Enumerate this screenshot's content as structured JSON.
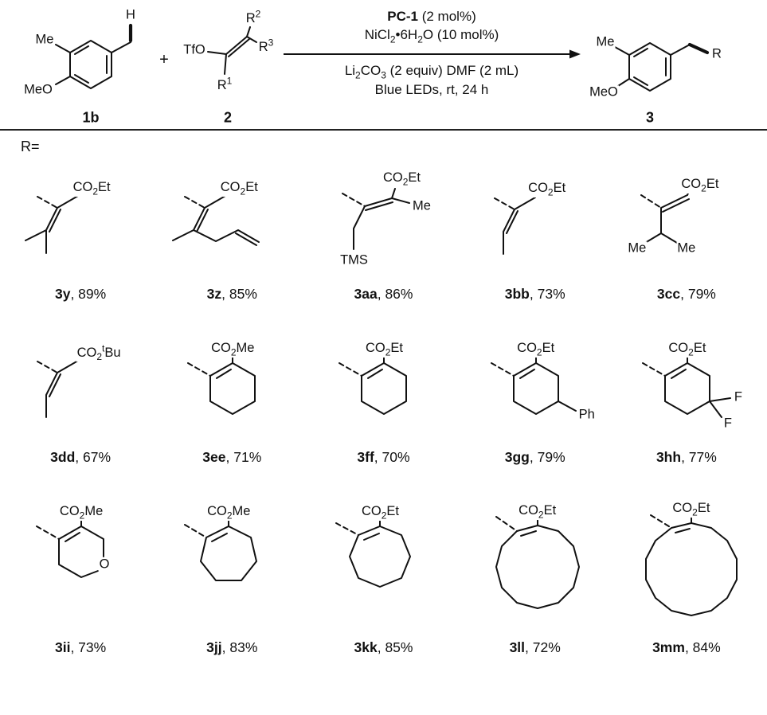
{
  "scheme": {
    "reactant1": {
      "label": "1b",
      "me": "Me",
      "meo": "MeO",
      "h": "H"
    },
    "plus": "+",
    "reactant2": {
      "label": "2",
      "tfo": "TfO",
      "r1": "R^1",
      "r2": "R^2",
      "r3": "R^3"
    },
    "conditions": {
      "line1_bold": "PC-1",
      "line1_rest": " (2 mol%)",
      "line2": "NiCl_2•6H_2O (10 mol%)",
      "line3": "Li_2CO_3 (2 equiv) DMF (2 mL)",
      "line4": "Blue LEDs, rt, 24 h"
    },
    "product": {
      "label": "3",
      "me": "Me",
      "meo": "MeO",
      "r": "R"
    }
  },
  "r_equals": "R=",
  "text": {
    "sep": ", "
  },
  "products": [
    {
      "id": "3y",
      "yield": "89%",
      "labels": {
        "ester": "CO_2Et"
      }
    },
    {
      "id": "3z",
      "yield": "85%",
      "labels": {
        "ester": "CO_2Et"
      }
    },
    {
      "id": "3aa",
      "yield": "86%",
      "labels": {
        "ester": "CO_2Et",
        "me": "Me",
        "tms": "TMS"
      }
    },
    {
      "id": "3bb",
      "yield": "73%",
      "labels": {
        "ester": "CO_2Et"
      }
    },
    {
      "id": "3cc",
      "yield": "79%",
      "labels": {
        "ester": "CO_2Et",
        "me_left": "Me",
        "me_right": "Me"
      }
    },
    {
      "id": "3dd",
      "yield": "67%",
      "labels": {
        "ester": "CO_2^tBu"
      }
    },
    {
      "id": "3ee",
      "yield": "71%",
      "labels": {
        "ester": "CO_2Me"
      }
    },
    {
      "id": "3ff",
      "yield": "70%",
      "labels": {
        "ester": "CO_2Et"
      }
    },
    {
      "id": "3gg",
      "yield": "79%",
      "labels": {
        "ester": "CO_2Et",
        "ph": "Ph"
      }
    },
    {
      "id": "3hh",
      "yield": "77%",
      "labels": {
        "ester": "CO_2Et",
        "f1": "F",
        "f2": "F"
      }
    },
    {
      "id": "3ii",
      "yield": "73%",
      "labels": {
        "ester": "CO_2Me",
        "o": "O"
      }
    },
    {
      "id": "3jj",
      "yield": "83%",
      "labels": {
        "ester": "CO_2Me"
      }
    },
    {
      "id": "3kk",
      "yield": "85%",
      "labels": {
        "ester": "CO_2Et"
      }
    },
    {
      "id": "3ll",
      "yield": "72%",
      "labels": {
        "ester": "CO_2Et"
      }
    },
    {
      "id": "3mm",
      "yield": "84%",
      "labels": {
        "ester": "CO_2Et"
      }
    }
  ]
}
